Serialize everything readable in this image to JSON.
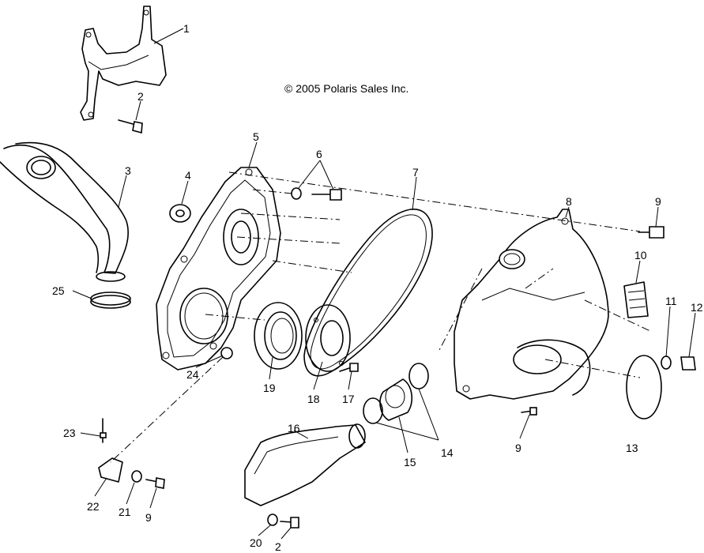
{
  "copyright": "© 2005 Polaris Sales Inc.",
  "callouts": {
    "c1": "1",
    "c2a": "2",
    "c3": "3",
    "c4": "4",
    "c5": "5",
    "c6": "6",
    "c7": "7",
    "c8": "8",
    "c9a": "9",
    "c10": "10",
    "c11": "11",
    "c12": "12",
    "c13": "13",
    "c14": "14",
    "c15": "15",
    "c16": "16",
    "c17": "17",
    "c18": "18",
    "c19": "19",
    "c9b": "9",
    "c20": "20",
    "c2b": "2",
    "c21": "21",
    "c9c": "9",
    "c22": "22",
    "c23": "23",
    "c24": "24",
    "c25": "25"
  }
}
